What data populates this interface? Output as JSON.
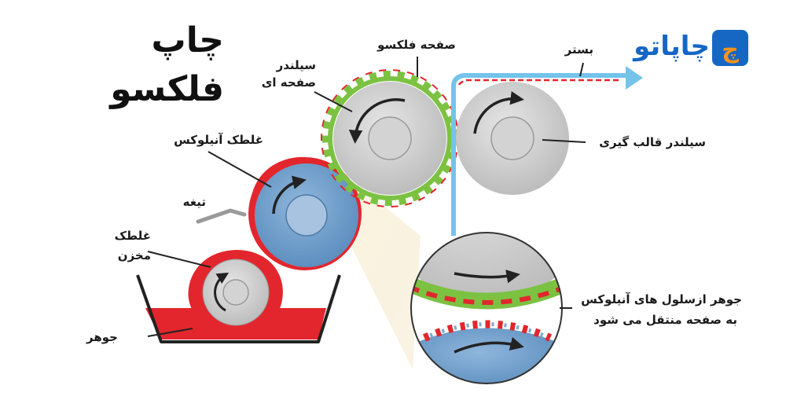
{
  "title": {
    "line1": "چاپ",
    "line2": "فلکسو"
  },
  "logo": {
    "text": "چاپاتو",
    "icon": "chapato-logo-icon",
    "mark": "چ",
    "color": "#1667c4",
    "accent": "#f7931e"
  },
  "labels": {
    "flexo_plate": "صفحه فلکسو",
    "plate_cylinder_1": "سیلندر",
    "plate_cylinder_2": "صفحه ای",
    "substrate": "بستر",
    "impression_cylinder": "سیلندر قالب گیری",
    "anilox_roller": "غلطک آنیلوکس",
    "blade": "تیغه",
    "fountain_roller_1": "غلطک",
    "fountain_roller_2": "مخزن",
    "ink": "جوهر",
    "detail_1": "جوهر ازسلول های آنیلوکس",
    "detail_2": "به صفحه منتقل می شود"
  },
  "colors": {
    "ink": "#e3262d",
    "plate": "#7cc242",
    "anilox": "#5f93c4",
    "cylinder": "#cfcfcf",
    "substrate": "#74c3ea",
    "text": "#1a1a1a"
  }
}
